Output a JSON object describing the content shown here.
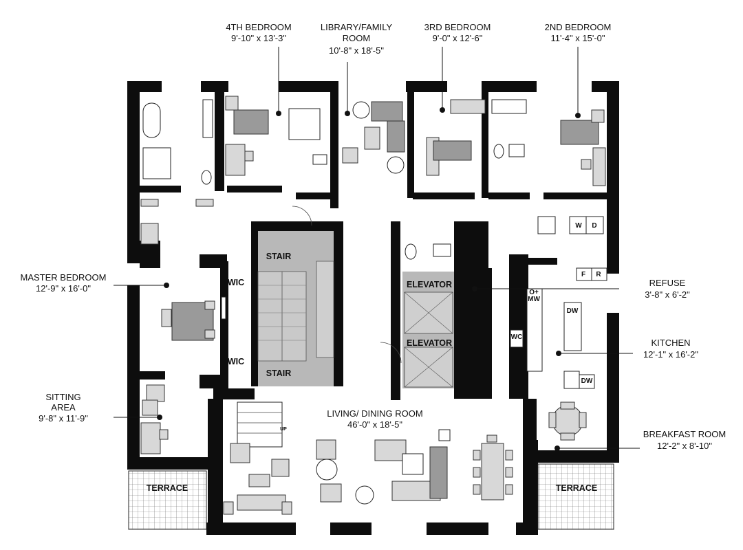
{
  "rooms": {
    "bedroom4": {
      "name": "4TH BEDROOM",
      "size": "9'-10\" x 13'-3\""
    },
    "library": {
      "name_line1": "LIBRARY/FAMILY",
      "name_line2": "ROOM",
      "size": "10'-8\" x 18'-5\""
    },
    "bedroom3": {
      "name": "3RD BEDROOM",
      "size": "9'-0\" x 12'-6\""
    },
    "bedroom2": {
      "name": "2ND BEDROOM",
      "size": "11'-4\" x 15'-0\""
    },
    "master": {
      "name": "MASTER BEDROOM",
      "size": "12'-9\" x 16'-0\""
    },
    "refuse": {
      "name": "REFUSE",
      "size": "3'-8\" x 6'-2\""
    },
    "kitchen": {
      "name": "KITCHEN",
      "size": "12'-1\" x 16'-2\""
    },
    "sitting": {
      "name_line1": "SITTING",
      "name_line2": "AREA",
      "size": "9'-8\" x 11'-9\""
    },
    "living": {
      "name": "LIVING/ DINING ROOM",
      "size": "46'-0\" x 18'-5\""
    },
    "breakfast": {
      "name": "BREAKFAST ROOM",
      "size": "12'-2\" x 8'-10\""
    }
  },
  "interior_labels": {
    "stair_top": "STAIR",
    "stair_bottom": "STAIR",
    "wic_top": "WIC",
    "wic_bottom": "WIC",
    "elevator_top": "ELEVATOR",
    "elevator_bottom": "ELEVATOR",
    "terrace_left": "TERRACE",
    "terrace_right": "TERRACE",
    "wc": "WC",
    "washer": "W",
    "dryer": "D",
    "fridge": "F",
    "range": "R",
    "dishwasher_top": "DW",
    "dishwasher_bottom": "DW",
    "oven_mw_line1": "O+",
    "oven_mw_line2": "MW",
    "up": "UP"
  }
}
